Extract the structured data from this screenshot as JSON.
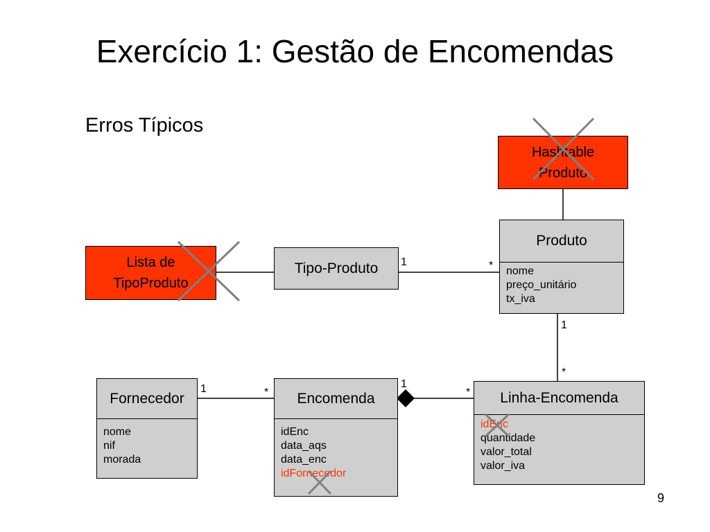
{
  "slide": {
    "title": "Exercício 1: Gestão de Encomendas",
    "subtitle": "Erros Típicos",
    "page_number": "9"
  },
  "boxes": {
    "hashtable": {
      "line1": "Hashtable",
      "line2": "Produto",
      "color": "#ff3300",
      "crossed": true
    },
    "lista": {
      "line1": "Lista de",
      "line2": "TipoProduto",
      "color": "#ff3300",
      "crossed": true
    },
    "tipo_produto": {
      "label": "Tipo-Produto"
    }
  },
  "classes": {
    "produto": {
      "name": "Produto",
      "attributes": [
        "nome",
        "preço_unitário",
        "tx_iva"
      ]
    },
    "fornecedor": {
      "name": "Fornecedor",
      "attributes": [
        "nome",
        "nif",
        "morada"
      ]
    },
    "encomenda": {
      "name": "Encomenda",
      "attributes": [
        "idEnc",
        "data_aqs",
        "data_enc",
        "idFornecedor"
      ],
      "highlighted": "idFornecedor"
    },
    "linha_encomenda": {
      "name": "Linha-Encomenda",
      "attributes": [
        "idEnc",
        "quantidade",
        "valor_total",
        "valor_iva"
      ],
      "highlighted": "idEnc"
    }
  },
  "multiplicities": {
    "tipo_produto_side": "1",
    "produto_side_tipo": "*",
    "produto_side_linha": "1",
    "linha_side_produto": "*",
    "fornecedor_side": "1",
    "encomenda_side_fornecedor": "*",
    "encomenda_side_linha": "1",
    "linha_side_encomenda": "*"
  },
  "colors": {
    "error_fill": "#ff3300",
    "class_fill": "#cfcfcf",
    "cross": "#808080",
    "highlight_text": "#ff3300"
  }
}
